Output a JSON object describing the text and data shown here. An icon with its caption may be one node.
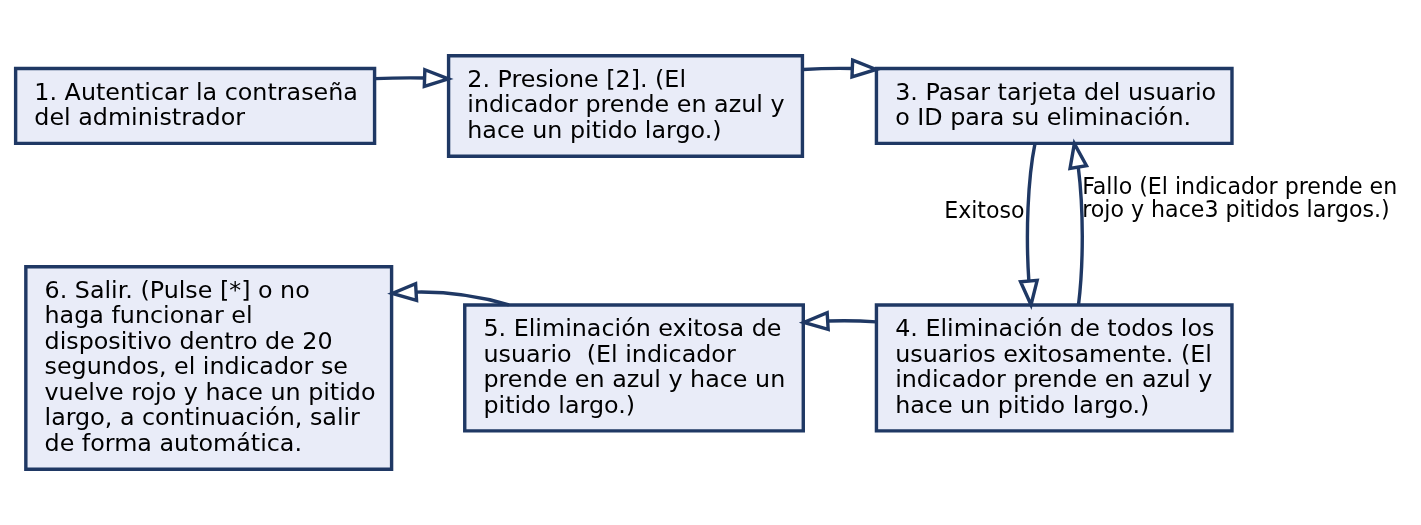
{
  "diagram": {
    "nodes": [
      {
        "text": [
          "1. Autenticar la contraseña del administrador"
        ]
      },
      {
        "text": [
          "2. Presione [2]. (El indicador prende en azul y hace un pitido largo.)"
        ]
      },
      {
        "text": [
          "3. Pasar tarjeta del usuario o ID para su eliminación."
        ]
      },
      {
        "text": [
          "4. Eliminación de todos los usuarios exitosamente. (El indicador prende en azul y hace un pitido largo.)"
        ]
      },
      {
        "text": [
          "5. Eliminación exitosa de usuario  (El indicador prende en azul y hace un pitido largo.)"
        ]
      },
      {
        "text": [
          "6. Salir. (Pulse [*] o no haga funcionar el dispositivo dentro de 20 segundos, el indicador se vuelve rojo y hace un pitido largo, a continuación, salir de forma automática."
        ]
      }
    ],
    "edges": [
      {
        "from": 0,
        "to": 1,
        "arrow": "to"
      },
      {
        "from": 1,
        "to": 2,
        "arrow": "to"
      },
      {
        "from": 2,
        "to": 3,
        "arrow": "to",
        "label": "Exitoso"
      },
      {
        "from": 3,
        "to": 2,
        "arrow": "to",
        "label": "Fallo (El indicador prende en rojo y hace3 pitidos largos.)"
      },
      {
        "from": 3,
        "to": 4,
        "arrow": "to"
      },
      {
        "from": 4,
        "to": 5,
        "arrow": "to"
      }
    ]
  }
}
